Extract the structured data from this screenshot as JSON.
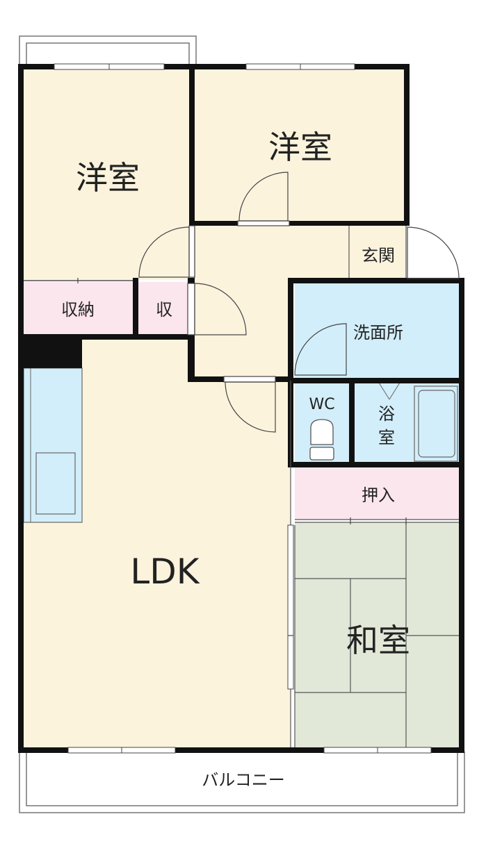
{
  "rooms": {
    "western_room_1": "洋室",
    "western_room_2": "洋室",
    "entrance": "玄関",
    "storage_1": "収納",
    "storage_2": "収",
    "washroom": "洗面所",
    "toilet": "WC",
    "bath_line1": "浴",
    "bath_line2": "室",
    "closet": "押入",
    "ldk": "LDK",
    "japanese_room": "和室",
    "balcony": "バルコニー"
  },
  "colors": {
    "wall": "#111111",
    "wood_floor": "#fcf3dd",
    "storage": "#fbe6ee",
    "water_area": "#d2eefa",
    "tatami": "#e2e8d8",
    "line": "#444444"
  }
}
